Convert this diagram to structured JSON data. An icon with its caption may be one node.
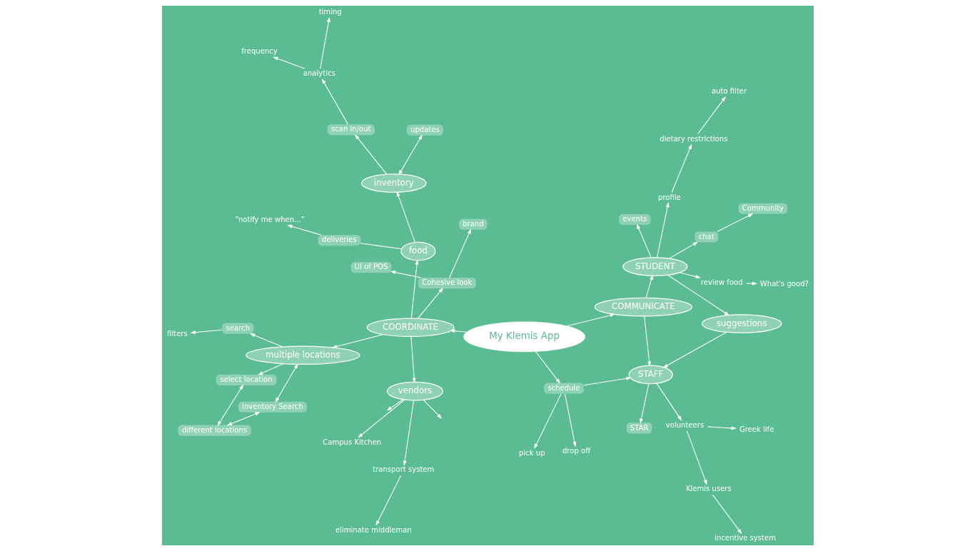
{
  "diagram": {
    "nodes": [
      {
        "text": [
          "different locations"
        ]
      },
      {
        "text": [
          "inventory Search"
        ]
      },
      {
        "text": [
          "select location"
        ]
      },
      {
        "text": [
          "multiple locations"
        ]
      },
      {
        "text": [
          "search"
        ]
      },
      {
        "text": [
          "filters"
        ]
      },
      {
        "text": [
          "pick up"
        ]
      },
      {
        "text": [
          "drop off"
        ]
      },
      {
        "text": [
          "schedule"
        ]
      },
      {
        "text": [
          "STAR"
        ]
      },
      {
        "text": [
          "STAFF"
        ]
      },
      {
        "text": [
          "volunteers"
        ]
      },
      {
        "text": [
          "COMMUNICATE"
        ]
      },
      {
        "text": [
          "Greek life"
        ]
      },
      {
        "text": [
          "Klemis users"
        ]
      },
      {
        "text": [
          "suggestions"
        ]
      },
      {
        "text": [
          "incentive system"
        ]
      },
      {
        "text": [
          "UI of POS"
        ]
      },
      {
        "text": [
          "My Klemis App"
        ]
      },
      {
        "text": [
          "STUDENT"
        ]
      },
      {
        "text": [
          "Cohesive look"
        ]
      },
      {
        "text": [
          "profile"
        ]
      },
      {
        "text": [
          "events"
        ]
      },
      {
        "text": [
          "review food"
        ]
      },
      {
        "text": [
          "brand"
        ]
      },
      {
        "text": [
          "COORDINATE"
        ]
      },
      {
        "text": [
          "chat"
        ]
      },
      {
        "text": [
          "dietary restrictions"
        ]
      },
      {
        "text": [
          "transport system"
        ]
      },
      {
        "text": [
          "food"
        ]
      },
      {
        "text": [
          "Community"
        ]
      },
      {
        "text": [
          "What's good?"
        ]
      },
      {
        "text": [
          "vendors"
        ]
      },
      {
        "text": [
          "deliveries"
        ]
      },
      {
        "text": [
          "auto filter"
        ]
      },
      {
        "text": [
          "eliminate middleman"
        ]
      },
      {
        "text": [
          "inventory"
        ]
      },
      {
        "text": [
          "updates"
        ]
      },
      {
        "text": [
          "Campus Kitchen"
        ]
      },
      {
        "text": [
          "“notify me when...”"
        ]
      },
      {
        "text": [
          "scan in/out"
        ]
      },
      {
        "text": [
          "analytics"
        ]
      },
      {
        "text": [
          "frequency"
        ]
      },
      {
        "text": [
          "timing"
        ]
      }
    ],
    "edges": [
      {
        "from": 18,
        "to": 8,
        "arrow": "to"
      },
      {
        "from": 18,
        "to": 12,
        "arrow": "to"
      },
      {
        "from": 18,
        "to": 25,
        "arrow": "to"
      },
      {
        "from": 25,
        "to": 3,
        "arrow": "to"
      },
      {
        "from": 3,
        "to": 2,
        "arrow": "to"
      },
      {
        "from": 3,
        "to": 1,
        "arrow": "both"
      },
      {
        "from": 3,
        "to": 4,
        "arrow": "to"
      },
      {
        "from": 4,
        "to": 5,
        "arrow": "to"
      },
      {
        "from": 0,
        "to": 2,
        "arrow": "both"
      },
      {
        "from": 0,
        "to": 1,
        "arrow": "both"
      },
      {
        "from": 8,
        "to": 6,
        "arrow": "to"
      },
      {
        "from": 8,
        "to": 7,
        "arrow": "to"
      },
      {
        "from": 8,
        "to": 10,
        "arrow": "to"
      },
      {
        "from": 12,
        "to": 10,
        "arrow": "to"
      },
      {
        "from": 12,
        "to": 19,
        "arrow": "to"
      },
      {
        "from": 10,
        "to": 9,
        "arrow": "to"
      },
      {
        "from": 10,
        "to": 11,
        "arrow": "to"
      },
      {
        "from": 11,
        "to": 13,
        "arrow": "to"
      },
      {
        "from": 11,
        "to": 14,
        "arrow": "to"
      },
      {
        "from": 14,
        "to": 16,
        "arrow": "to"
      },
      {
        "from": 19,
        "to": 15,
        "arrow": "to"
      },
      {
        "from": 15,
        "to": 10,
        "arrow": "to"
      },
      {
        "from": 19,
        "to": 22,
        "arrow": "to"
      },
      {
        "from": 19,
        "to": 26,
        "arrow": "to"
      },
      {
        "from": 19,
        "to": 23,
        "arrow": "to"
      },
      {
        "from": 19,
        "to": 21,
        "arrow": "to"
      },
      {
        "from": 26,
        "to": 30,
        "arrow": "to"
      },
      {
        "from": 23,
        "to": 31,
        "arrow": "to"
      },
      {
        "from": 21,
        "to": 27,
        "arrow": "to"
      },
      {
        "from": 27,
        "to": 34,
        "arrow": "to"
      },
      {
        "from": 25,
        "to": 20,
        "arrow": "to"
      },
      {
        "from": 20,
        "to": 17,
        "arrow": "to"
      },
      {
        "from": 20,
        "to": 24,
        "arrow": "to"
      },
      {
        "from": 25,
        "to": 32,
        "arrow": "to"
      },
      {
        "from": 25,
        "to": 29,
        "arrow": "to"
      },
      {
        "from": 32,
        "to": 28,
        "arrow": "to"
      },
      {
        "from": 28,
        "to": 35,
        "arrow": "to"
      },
      {
        "from": 32,
        "to": null,
        "arrow": "to"
      },
      {
        "from": 32,
        "to": 38,
        "arrow": "to"
      },
      {
        "from": 32,
        "to": null,
        "arrow": "to"
      },
      {
        "from": 29,
        "to": 33,
        "arrow": "none"
      },
      {
        "from": 33,
        "to": 39,
        "arrow": "to"
      },
      {
        "from": 29,
        "to": 36,
        "arrow": "to"
      },
      {
        "from": 36,
        "to": 37,
        "arrow": "both"
      },
      {
        "from": 36,
        "to": 40,
        "arrow": "to"
      },
      {
        "from": 40,
        "to": 41,
        "arrow": "to"
      },
      {
        "from": 41,
        "to": 42,
        "arrow": "to"
      },
      {
        "from": 41,
        "to": 43,
        "arrow": "to"
      }
    ]
  }
}
